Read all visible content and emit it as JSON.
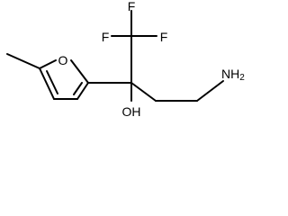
{
  "molecule": {
    "atoms": {
      "ring_oxygen": "O",
      "fluorine_top": "F",
      "fluorine_right": "F",
      "fluorine_left": "F",
      "hydroxyl": "OH",
      "amine": "NH2",
      "amine_main": "NH",
      "amine_subscript": "2"
    },
    "line_color": "#000000"
  }
}
